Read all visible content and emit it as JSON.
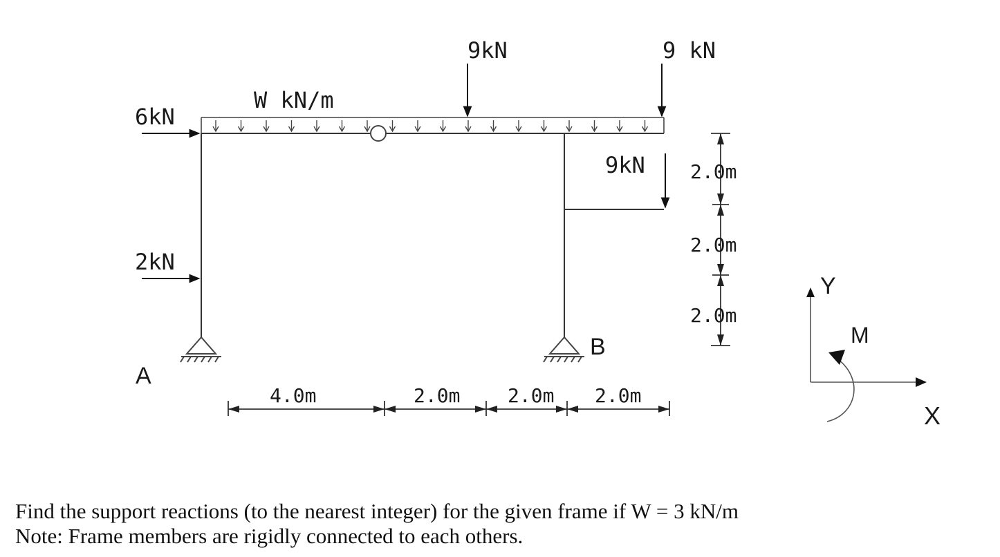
{
  "diagram": {
    "load_distributed": "W  kN/m",
    "load_point_top_left": "9kN",
    "load_point_top_right": "9  kN",
    "load_horizontal_top": "6kN",
    "load_horizontal_mid": "2kN",
    "load_bracket": "9kN",
    "support_a_label": "A",
    "support_b_label": "B",
    "dims_horizontal": [
      "4.0m",
      "2.0m",
      "2.0m",
      "2.0m"
    ],
    "dims_vertical": [
      "2.0m",
      "2.0m",
      "2.0m"
    ],
    "axis_y_label": "Y",
    "axis_x_label": "X",
    "moment_label": "M"
  },
  "problem": {
    "line1": "Find the support reactions (to the nearest integer) for the given frame if W = 3 kN/m",
    "line2": "Note: Frame members are rigidly connected to each others."
  }
}
